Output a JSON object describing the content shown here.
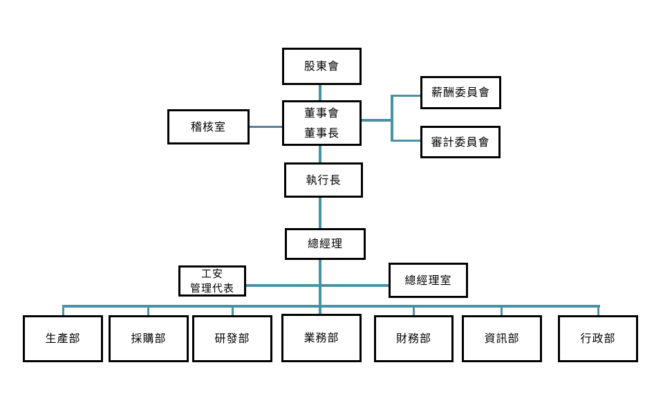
{
  "diagram": {
    "type": "org-chart",
    "background": "#ffffff",
    "colors": {
      "box_border": "#000000",
      "text": "#000000",
      "connector_primary": "#4B91A4",
      "connector_secondary": "#5C7F95"
    },
    "nodes": {
      "shareholders": {
        "label": "股東會"
      },
      "board": {
        "lines": [
          "董事會",
          "董事長"
        ]
      },
      "audit_office": {
        "label": "稽核室"
      },
      "compensation_committee": {
        "label": "薪酬委員會"
      },
      "audit_committee": {
        "label": "審計委員會"
      },
      "ceo": {
        "label": "執行長"
      },
      "general_manager": {
        "label": "總經理"
      },
      "safety_management_rep": {
        "lines": [
          "工安",
          "管理代表"
        ]
      },
      "general_manager_office": {
        "label": "總經理室"
      },
      "departments": [
        "生產部",
        "採購部",
        "研發部",
        "業務部",
        "財務部",
        "資訊部",
        "行政部"
      ]
    }
  }
}
